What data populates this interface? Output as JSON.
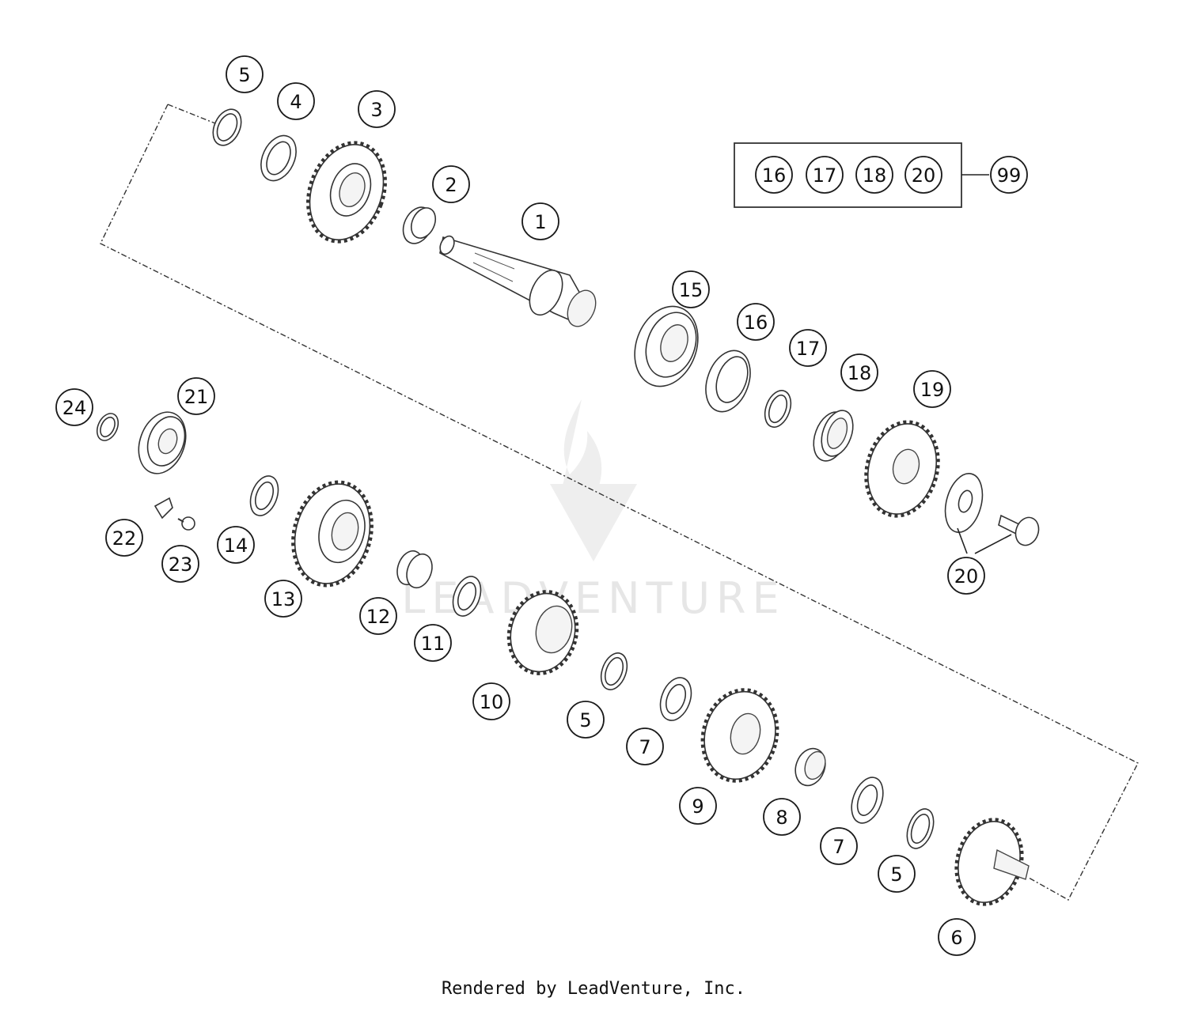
{
  "callouts": [
    {
      "label": "5"
    },
    {
      "label": "4"
    },
    {
      "label": "3"
    },
    {
      "label": "2"
    },
    {
      "label": "1"
    },
    {
      "label": "15"
    },
    {
      "label": "16"
    },
    {
      "label": "17"
    },
    {
      "label": "18"
    },
    {
      "label": "19"
    },
    {
      "label": "24"
    },
    {
      "label": "21"
    },
    {
      "label": "22"
    },
    {
      "label": "23"
    },
    {
      "label": "14"
    },
    {
      "label": "13"
    },
    {
      "label": "12"
    },
    {
      "label": "11"
    },
    {
      "label": "10"
    },
    {
      "label": "5"
    },
    {
      "label": "7"
    },
    {
      "label": "9"
    },
    {
      "label": "8"
    },
    {
      "label": "7"
    },
    {
      "label": "5"
    },
    {
      "label": "6"
    },
    {
      "label": "20"
    }
  ],
  "kit": {
    "items": [
      "16",
      "17",
      "18",
      "20"
    ],
    "kit_number": "99"
  },
  "watermark": "LEADVENTURE",
  "footer": "Rendered by LeadVenture, Inc."
}
